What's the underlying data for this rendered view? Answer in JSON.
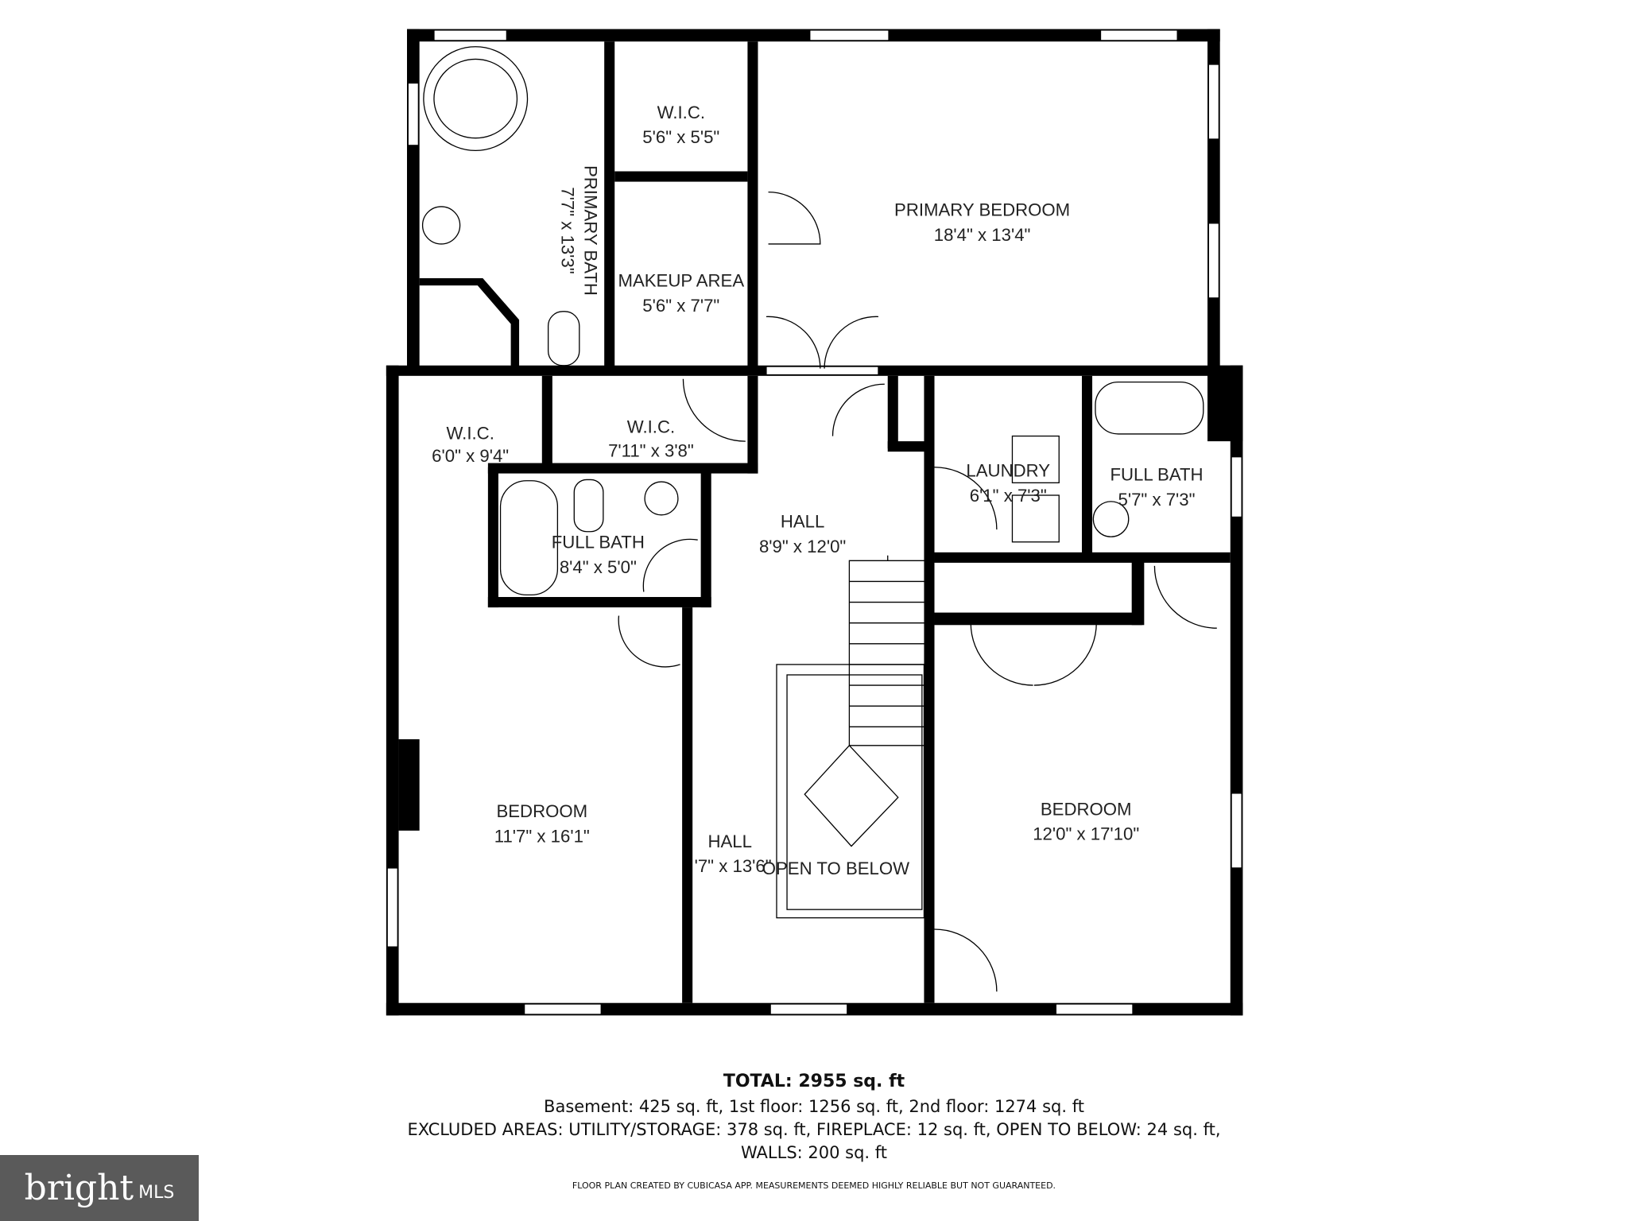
{
  "rooms": [
    {
      "name": "W.I.C.",
      "size": "5'6\" x 5'5\""
    },
    {
      "name": "PRIMARY BEDROOM",
      "size": "18'4\" x 13'4\""
    },
    {
      "name": "PRIMARY BATH",
      "size": "7'7\" x 13'3\""
    },
    {
      "name": "MAKEUP AREA",
      "size": "5'6\" x 7'7\""
    },
    {
      "name": "W.I.C.",
      "size": "6'0\" x 9'4\""
    },
    {
      "name": "W.I.C.",
      "size": "7'11\" x 3'8\""
    },
    {
      "name": "LAUNDRY",
      "size": "6'1\" x 7'3\""
    },
    {
      "name": "FULL BATH",
      "size": "5'7\" x 7'3\""
    },
    {
      "name": "HALL",
      "size": "8'9\" x 12'0\""
    },
    {
      "name": "FULL BATH",
      "size": "8'4\" x 5'0\""
    },
    {
      "name": "BEDROOM",
      "size": "11'7\" x 16'1\""
    },
    {
      "name": "HALL",
      "size": "'7\" x 13'6\""
    },
    {
      "name": "OPEN TO BELOW",
      "size": ""
    },
    {
      "name": "BEDROOM",
      "size": "12'0\" x 17'10\""
    }
  ],
  "footer": {
    "total": "TOTAL: 2955 sq. ft",
    "floors": "Basement: 425 sq. ft, 1st floor: 1256 sq. ft, 2nd floor: 1274 sq. ft",
    "excluded": "EXCLUDED AREAS: UTILITY/STORAGE: 378 sq. ft, FIREPLACE: 12 sq. ft, OPEN TO BELOW: 24 sq. ft,",
    "walls": "WALLS: 200 sq. ft",
    "credit": "FLOOR PLAN CREATED BY CUBICASA APP. MEASUREMENTS DEEMED HIGHLY RELIABLE BUT NOT GUARANTEED."
  },
  "logo": {
    "brand": "bright",
    "suffix": "MLS"
  },
  "colors": {
    "wall": "#000000",
    "background": "#ffffff",
    "logo_bg": "#5a5a5a"
  }
}
